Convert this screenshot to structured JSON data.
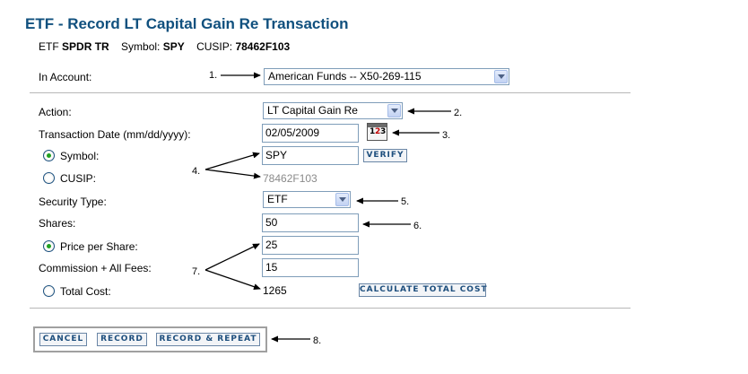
{
  "page_title": "ETF - Record LT Capital Gain Re Transaction",
  "security_summary": {
    "type_prefix": "ETF",
    "name": "SPDR TR",
    "symbol_label": "Symbol:",
    "symbol": "SPY",
    "cusip_label": "CUSIP:",
    "cusip": "78462F103"
  },
  "form": {
    "account": {
      "label": "In Account:",
      "value": "American Funds -- X50-269-115"
    },
    "action": {
      "label": "Action:",
      "value": "LT Capital Gain Re"
    },
    "transaction_date": {
      "label": "Transaction Date (mm/dd/yyyy):",
      "value": "02/05/2009",
      "calendar_icon": "calendar-icon"
    },
    "symbol": {
      "label": "Symbol:",
      "value": "SPY",
      "selected": true,
      "verify_label": "VERIFY"
    },
    "cusip": {
      "label": "CUSIP:",
      "value": "78462F103",
      "selected": false
    },
    "security_type": {
      "label": "Security Type:",
      "value": "ETF"
    },
    "shares": {
      "label": "Shares:",
      "value": "50"
    },
    "price_per_share": {
      "label": "Price per Share:",
      "value": "25",
      "selected": true
    },
    "commission": {
      "label": "Commission + All Fees:",
      "value": "15"
    },
    "total_cost": {
      "label": "Total Cost:",
      "value": "1265",
      "selected": false,
      "calculate_label": "CALCULATE TOTAL COST"
    }
  },
  "buttons": {
    "cancel": "CANCEL",
    "record": "RECORD",
    "record_repeat": "RECORD & REPEAT"
  },
  "annotations": [
    "1.",
    "2.",
    "3.",
    "4.",
    "5.",
    "6.",
    "7.",
    "8."
  ]
}
